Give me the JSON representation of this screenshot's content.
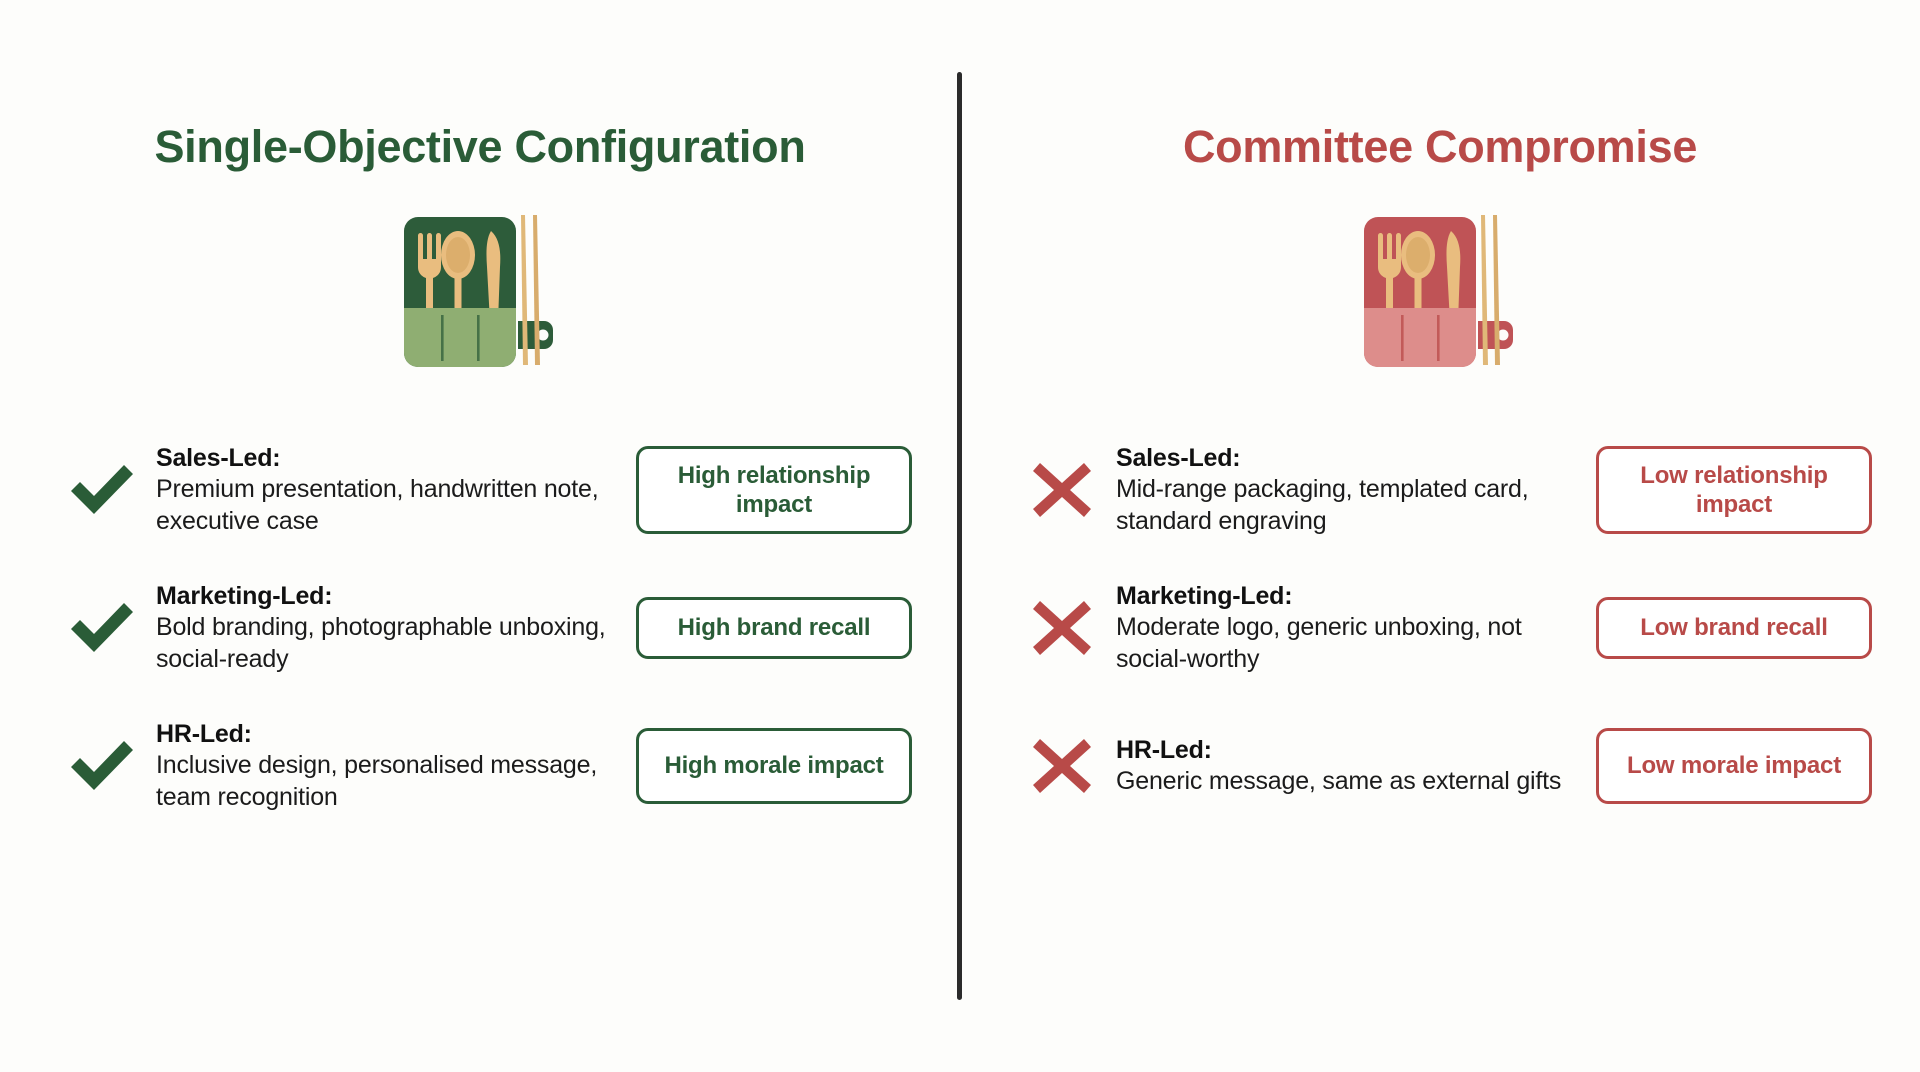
{
  "background_color": "#fdfdfb",
  "divider_color": "#2b2b2b",
  "colors": {
    "green": "#2a5c37",
    "red": "#b84a48",
    "case_green_dark": "#2d5c3a",
    "case_green_light": "#8fae72",
    "case_red_dark": "#bf5356",
    "case_red_light": "#dd8d8b",
    "wood": "#e0b878"
  },
  "columns": [
    {
      "side": "left",
      "title": "Single-Objective Configuration",
      "title_color": "#2a5c37",
      "mark_icon": "check-icon",
      "illustration_icon": "cutlery-set-green-icon",
      "rows": [
        {
          "label": "Sales-Led:",
          "description": "Premium presentation, handwritten note, executive case",
          "badge": "High relationship impact",
          "badge_tone": "green"
        },
        {
          "label": "Marketing-Led:",
          "description": "Bold branding, photographable unboxing, social-ready",
          "badge": "High brand recall",
          "badge_tone": "green"
        },
        {
          "label": "HR-Led:",
          "description": "Inclusive design, personalised message, team recognition",
          "badge": "High morale impact",
          "badge_tone": "green"
        }
      ]
    },
    {
      "side": "right",
      "title": "Committee Compromise",
      "title_color": "#b84a48",
      "mark_icon": "cross-icon",
      "illustration_icon": "cutlery-set-red-icon",
      "rows": [
        {
          "label": "Sales-Led:",
          "description": "Mid-range packaging, templated card, standard engraving",
          "badge": "Low relationship impact",
          "badge_tone": "red"
        },
        {
          "label": "Marketing-Led:",
          "description": "Moderate logo, generic unboxing, not social-worthy",
          "badge": "Low brand recall",
          "badge_tone": "red"
        },
        {
          "label": "HR-Led:",
          "description": "Generic message, same as external gifts",
          "badge": "Low morale impact",
          "badge_tone": "red"
        }
      ]
    }
  ]
}
